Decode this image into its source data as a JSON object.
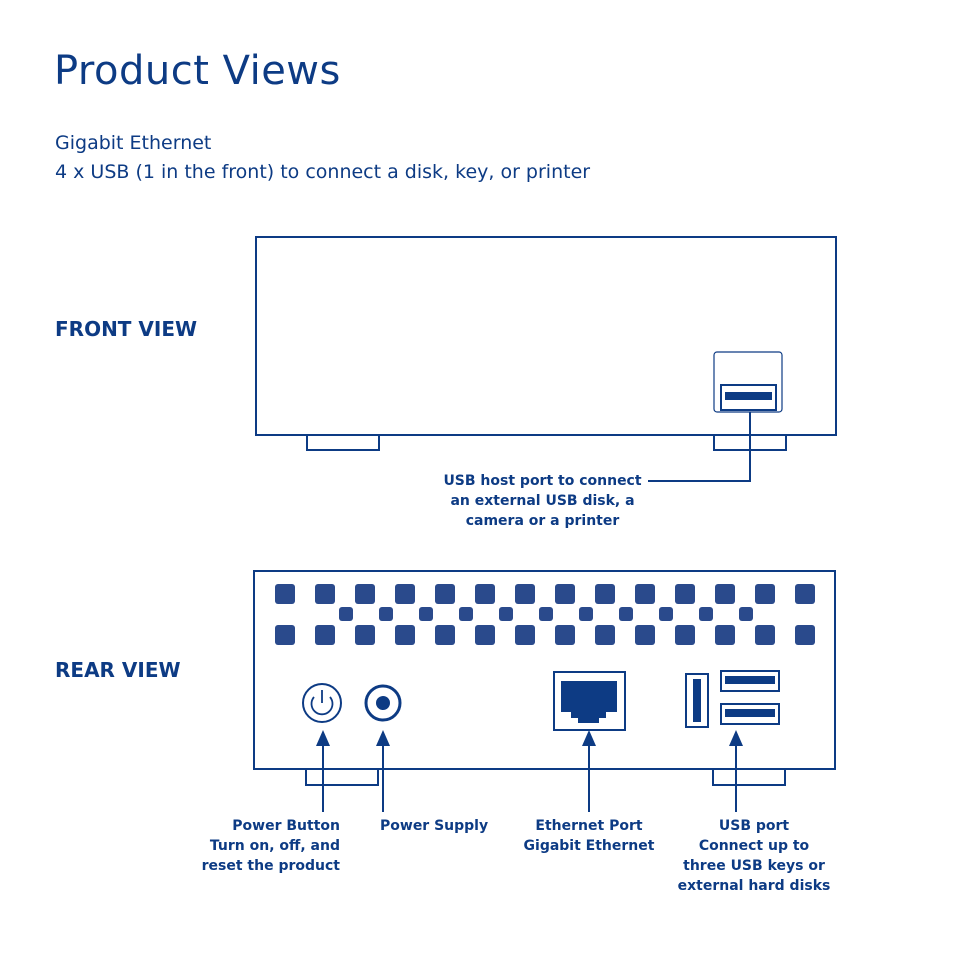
{
  "title": "Product Views",
  "intro": {
    "line1": "Gigabit Ethernet",
    "line2": "4 x USB (1 in the front) to connect a disk, key, or printer"
  },
  "front_view": {
    "label": "FRONT VIEW",
    "usb_callout": {
      "line1": "USB host port to connect",
      "line2": "an external USB disk, a",
      "line3": "camera or a printer"
    }
  },
  "rear_view": {
    "label": "REAR VIEW",
    "callouts": {
      "power_button": {
        "line1": "Power Button",
        "line2": "Turn on, off, and",
        "line3": "reset the product"
      },
      "power_supply": {
        "line1": "Power Supply"
      },
      "ethernet_port": {
        "line1": "Ethernet Port",
        "line2": "Gigabit Ethernet"
      },
      "usb_port": {
        "line1": "USB port",
        "line2": "Connect up to",
        "line3": "three USB keys or",
        "line4": "external hard disks"
      }
    }
  },
  "colors": {
    "primary": "#0d3b84",
    "vent": "#2a4a8c"
  }
}
